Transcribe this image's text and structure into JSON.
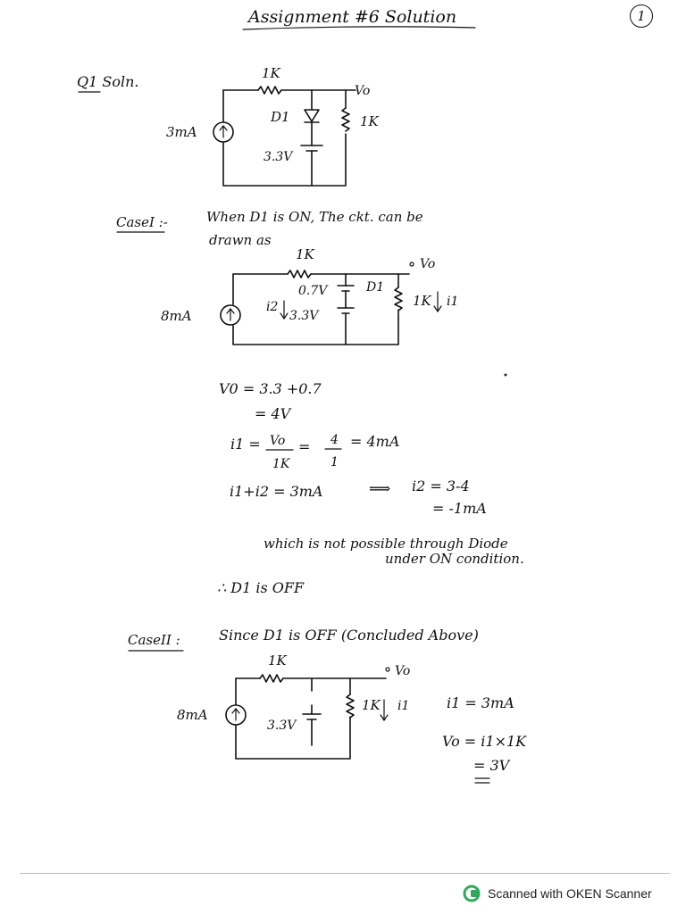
{
  "title": "Assignment #6 Solution",
  "page_number": "1",
  "question_label": "Q1 Soln.",
  "circuit1": {
    "resistor_top": "1K",
    "output": "Vo",
    "diode": "D1",
    "resistor_right": "1K",
    "source": "3mA",
    "battery": "3.3V"
  },
  "case1": {
    "label": "CaseI :-",
    "text_line1": "When D1 is ON, The ckt. can be",
    "text_line2": "drawn as",
    "circuit": {
      "resistor_top": "1K",
      "output": "Vo",
      "source": "8mA",
      "i2_label": "i2",
      "diode_drop": "0.7V",
      "battery": "3.3V",
      "diode": "D1",
      "resistor_right": "1K",
      "i1_label": "i1"
    },
    "eq1": "V0 = 3.3 +0.7",
    "eq2": "= 4V",
    "eq3_left": "i1 =",
    "eq3_frac1_num": "Vo",
    "eq3_frac1_den": "1K",
    "eq3_mid": "=",
    "eq3_frac2_num": "4",
    "eq3_frac2_den": "1",
    "eq3_right": "= 4mA",
    "eq4": "i1+i2 = 3mA",
    "eq4_right": "i2 = 3-4",
    "eq5": "= -1mA",
    "note_line1": "which is not possible through Diode",
    "note_line2": "under ON condition.",
    "conclusion": "∴ D1 is OFF"
  },
  "case2": {
    "label": "CaseII :",
    "text": "Since D1 is OFF (Concluded Above)",
    "circuit": {
      "resistor_top": "1K",
      "output": "Vo",
      "source": "8mA",
      "battery": "3.3V",
      "resistor_right": "1K",
      "i1_label": "i1"
    },
    "eq1": "i1 = 3mA",
    "eq2": "Vo = i1×1K",
    "eq3": "= 3V"
  },
  "footer": {
    "scanner_text": "Scanned with OKEN Scanner",
    "scanner_icon": "oken-scanner-logo-icon"
  }
}
